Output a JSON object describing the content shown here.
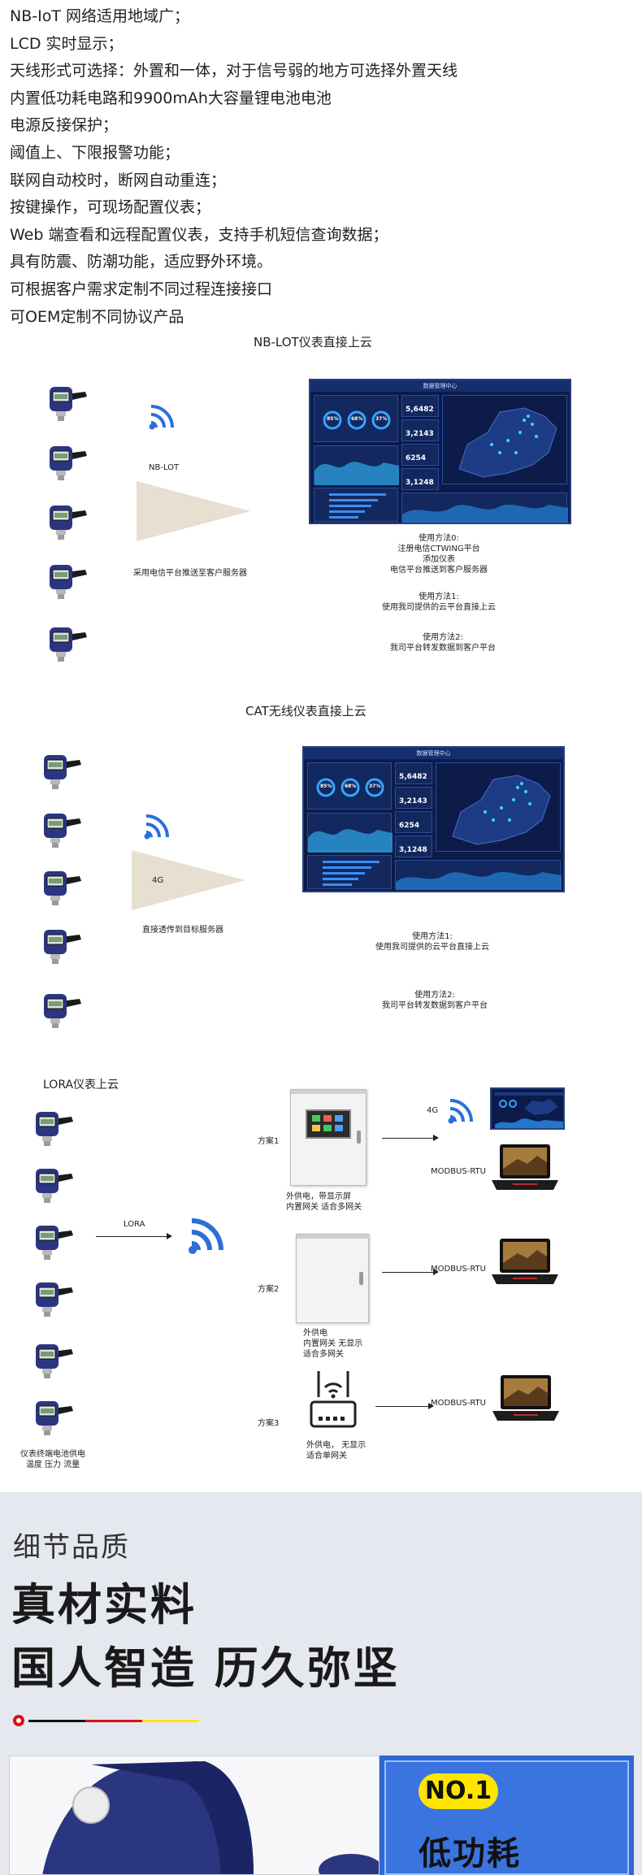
{
  "features": [
    "NB-IoT 网络适用地域广；",
    "LCD 实时显示；",
    "天线形式可选择：外置和一体，对于信号弱的地方可选择外置天线",
    "内置低功耗电路和9900mAh大容量锂电池电池",
    "电源反接保护；",
    "阈值上、下限报警功能；",
    "联网自动校时，断网自动重连；",
    "按键操作，可现场配置仪表；",
    "Web 端查看和远程配置仪表，支持手机短信查询数据；",
    "具有防震、防潮功能，适应野外环境。",
    "可根据客户需求定制不同过程连接接口",
    "可OEM定制不同协议产品"
  ],
  "nb": {
    "title": "NB-LOT仪表直接上云",
    "net_label": "NB-LOT",
    "push_label": "采用电信平台推送至客户服务器",
    "method0": [
      "使用方法0:",
      "注册电信CTWING平台",
      "添加仪表",
      "电信平台推送到客户服务器"
    ],
    "method1": [
      "使用方法1:",
      "使用我司提供的云平台直接上云"
    ],
    "method2": [
      "使用方法2:",
      "我司平台转发数据到客户平台"
    ]
  },
  "cat": {
    "title": "CAT无线仪表直接上云",
    "net_label": "4G",
    "push_label": "直接透传到目标服务器",
    "method1": [
      "使用方法1:",
      "使用我司提供的云平台直接上云"
    ],
    "method2": [
      "使用方法2:",
      "我司平台转发数据到客户平台"
    ]
  },
  "dashboard": {
    "header": "数据管理中心",
    "gauges": [
      "85%",
      "68%",
      "37%"
    ],
    "numbers": [
      "5,6482",
      "3,2143",
      "6254",
      "3,1248"
    ]
  },
  "lora": {
    "title": "LORA仪表上云",
    "link_label": "LORA",
    "sensor_caption": [
      "仪表终端电池供电",
      "温度 压力 流量"
    ],
    "plans": [
      {
        "name": "方案1",
        "caption": [
          "外供电，带显示屏",
          "内置网关 适合多网关"
        ],
        "link": "4G",
        "protocol": "MODBUS-RTU"
      },
      {
        "name": "方案2",
        "caption": [
          "外供电",
          "内置网关 无显示",
          "适合多网关"
        ],
        "protocol": "MODBUS-RTU"
      },
      {
        "name": "方案3",
        "caption": [
          "外供电，  无显示",
          "适合单网关"
        ],
        "protocol": "MODBUS-RTU"
      }
    ]
  },
  "detail": {
    "subtitle": "细节品质",
    "line1": "真材实料",
    "line2": "国人智造 历久弥坚",
    "badge": "NO.1",
    "feature": "低功耗"
  },
  "colors": {
    "accent_red": "#d6101a",
    "accent_yellow": "#ffe500",
    "card_blue": "#3068d4",
    "dash_bg": "#0c1b4a"
  }
}
